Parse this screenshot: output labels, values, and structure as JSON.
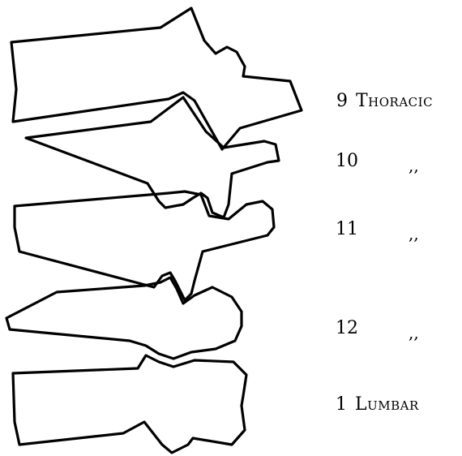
{
  "vertebrae": [
    {
      "number": "9",
      "name": "Thoracic",
      "ditto": ""
    },
    {
      "number": "10",
      "name": "",
      "ditto": ",,"
    },
    {
      "number": "11",
      "name": "",
      "ditto": ",,"
    },
    {
      "number": "12",
      "name": "",
      "ditto": ",,"
    },
    {
      "number": "1",
      "name": "Lumbar",
      "ditto": ""
    }
  ],
  "colors": {
    "ink": "#000000",
    "paper": "#ffffff"
  }
}
